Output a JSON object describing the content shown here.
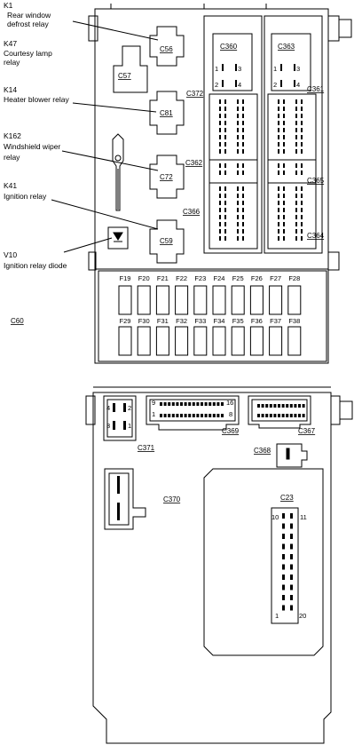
{
  "upper_panel": {
    "components": [
      {
        "code": "K1",
        "name": "Rear window defrost relay"
      },
      {
        "code": "K47",
        "name": "Courtesy lamp relay"
      },
      {
        "code": "K14",
        "name": "Heater blower relay"
      },
      {
        "code": "K162",
        "name": "Windshield wiper relay"
      },
      {
        "code": "K41",
        "name": "Ignition relay"
      },
      {
        "code": "V10",
        "name": "Ignition relay diode"
      }
    ],
    "relays": [
      "C56",
      "C57",
      "C81",
      "C72",
      "C59"
    ],
    "connectors": [
      "C360",
      "C363",
      "C372",
      "C361",
      "C362",
      "C365",
      "C366",
      "C364"
    ],
    "pin_labels": {
      "left": [
        "1",
        "3",
        "2",
        "4"
      ],
      "right": [
        "1",
        "3",
        "2",
        "4"
      ]
    },
    "fuses_top": [
      "F19",
      "F20",
      "F21",
      "F22",
      "F23",
      "F24",
      "F25",
      "F26",
      "F27",
      "F28"
    ],
    "fuses_bottom": [
      "F29",
      "F30",
      "F31",
      "F32",
      "F33",
      "F34",
      "F35",
      "F36",
      "F37",
      "F38"
    ],
    "panel_label": "C60"
  },
  "lower_panel": {
    "c371": {
      "label": "C371",
      "pins": [
        "4",
        "2",
        "3",
        "1"
      ]
    },
    "c369": {
      "label": "C369",
      "pins": [
        "9",
        "16",
        "1",
        "8"
      ]
    },
    "c367": {
      "label": "C367"
    },
    "c368": {
      "label": "C368"
    },
    "c370": {
      "label": "C370"
    },
    "c23": {
      "label": "C23",
      "pins": [
        "10",
        "11",
        "1",
        "20"
      ]
    }
  }
}
